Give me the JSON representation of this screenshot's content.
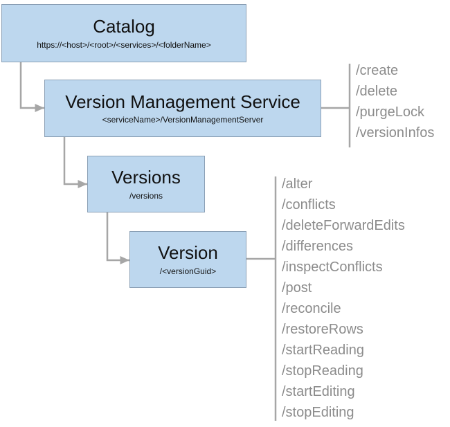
{
  "nodes": {
    "catalog": {
      "title": "Catalog",
      "subtitle": "https://<host>/<root>/<services>/<folderName>"
    },
    "vms": {
      "title": "Version Management Service",
      "subtitle": "<serviceName>/VersionManagementServer"
    },
    "versions": {
      "title": "Versions",
      "subtitle": "/versions"
    },
    "version": {
      "title": "Version",
      "subtitle": "/<versionGuid>"
    }
  },
  "endpoints": {
    "vms": [
      "/create",
      "/delete",
      "/purgeLock",
      "/versionInfos"
    ],
    "version": [
      "/alter",
      "/conflicts",
      "/deleteForwardEdits",
      "/differences",
      "/inspectConflicts",
      "/post",
      "/reconcile",
      "/restoreRows",
      "/startReading",
      "/stopReading",
      "/startEditing",
      "/stopEditing"
    ]
  },
  "colors": {
    "box_fill": "#bdd7ee",
    "box_border": "#8a9fb5",
    "connector": "#a6a6a6",
    "endpoint_text": "#8c8c8c"
  }
}
